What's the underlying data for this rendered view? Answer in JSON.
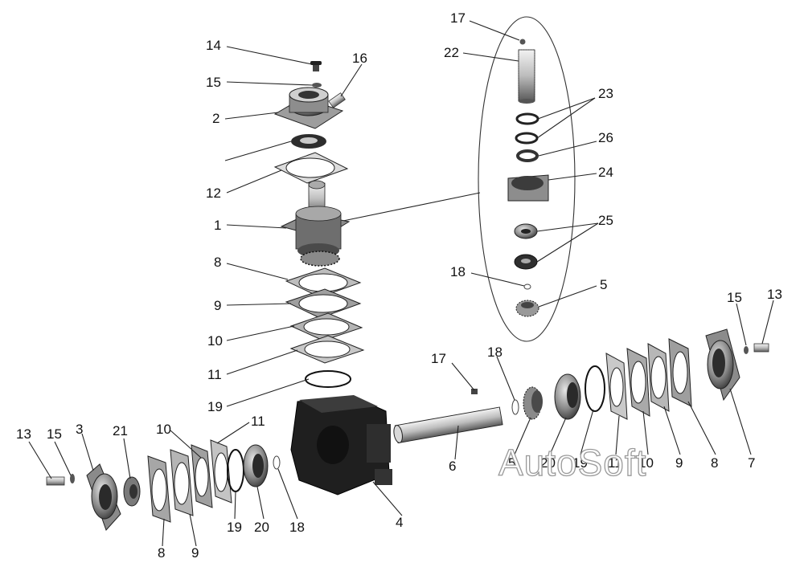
{
  "callouts": {
    "c1": "1",
    "c2": "2",
    "c3": "3",
    "c4": "4",
    "c5a": "5",
    "c5b": "5",
    "c6": "6",
    "c7": "7",
    "c8a": "8",
    "c8b": "8",
    "c8c": "8",
    "c9a": "9",
    "c9b": "9",
    "c9c": "9",
    "c10a": "10",
    "c10b": "10",
    "c10c": "10",
    "c11a": "11",
    "c11b": "11",
    "c11c": "11",
    "c12": "12",
    "c13a": "13",
    "c13b": "13",
    "c14": "14",
    "c15a": "15",
    "c15b": "15",
    "c15c": "15",
    "c16": "16",
    "c17a": "17",
    "c17b": "17",
    "c18a": "18",
    "c18b": "18",
    "c18c": "18",
    "c19a": "19",
    "c19b": "19",
    "c19c": "19",
    "c20a": "20",
    "c20b": "20",
    "c21": "21",
    "c22": "22",
    "c23": "23",
    "c24": "24",
    "c25": "25",
    "c26": "26"
  },
  "watermark": "AutoSoft",
  "colors": {
    "ink": "#111111",
    "part_dark": "#2a2a2a",
    "part_mid": "#777777",
    "part_light": "#c8c8c8",
    "background": "#ffffff"
  }
}
